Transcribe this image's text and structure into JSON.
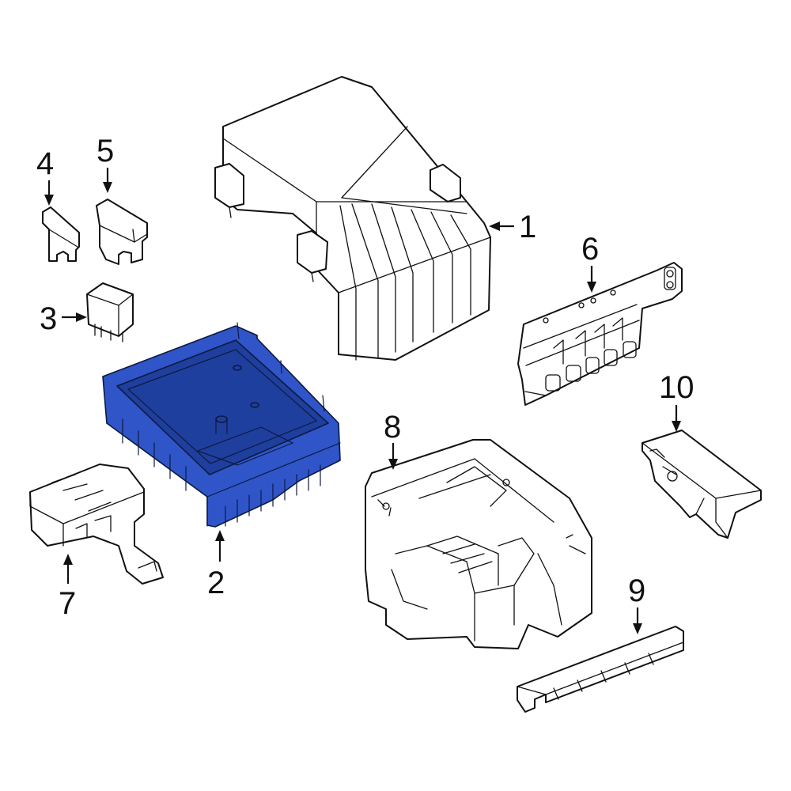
{
  "colors": {
    "highlight": "#2f55c8",
    "highlight_dark": "#1f3f9e",
    "line": "#111111",
    "background": "#ffffff"
  },
  "callouts": [
    {
      "id": "1",
      "text": "1"
    },
    {
      "id": "2",
      "text": "2"
    },
    {
      "id": "3",
      "text": "3"
    },
    {
      "id": "4",
      "text": "4"
    },
    {
      "id": "5",
      "text": "5"
    },
    {
      "id": "6",
      "text": "6"
    },
    {
      "id": "7",
      "text": "7"
    },
    {
      "id": "8",
      "text": "8"
    },
    {
      "id": "9",
      "text": "9"
    },
    {
      "id": "10",
      "text": "10"
    }
  ],
  "highlighted_part": "2"
}
